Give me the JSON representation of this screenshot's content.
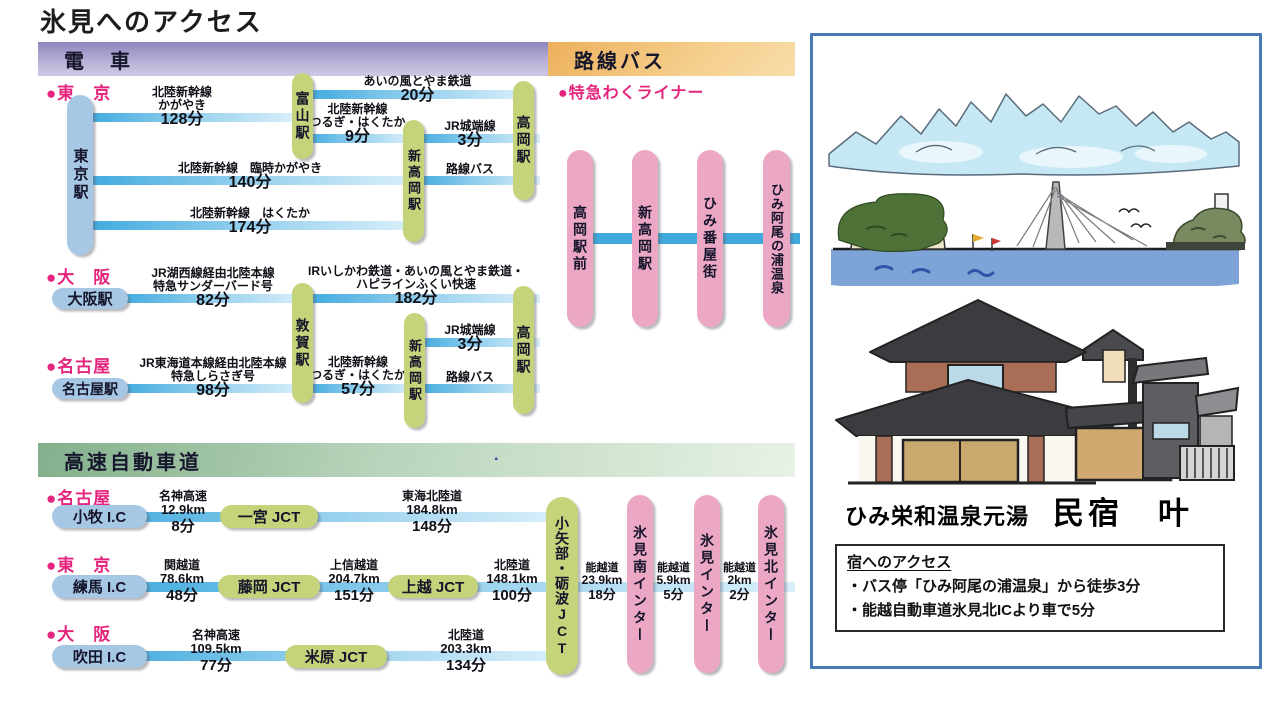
{
  "page_title": "氷見へのアクセス",
  "colors": {
    "accent_magenta": "#e5257d",
    "route_line_blue": "#3fa9dc",
    "station_blue": "#a7c8e5",
    "station_green": "#c5d37a",
    "stop_pink": "#eba7c4",
    "train_header_purple": "#8f85bf",
    "bus_header_orange": "#edb05b",
    "highway_header_green": "#83b08c",
    "panel_border_blue": "#4a7ab5"
  },
  "train": {
    "header": "電　車",
    "origins": {
      "tokyo": "●東　京",
      "osaka": "●大　阪",
      "nagoya": "●名古屋"
    },
    "stations": {
      "tokyo": "東京駅",
      "toyama": "富山駅",
      "shintakaoka1": "新高岡駅",
      "takaoka1": "高岡駅",
      "osaka": "大阪駅",
      "tsuruga": "敦賀駅",
      "shintakaoka2": "新高岡駅",
      "takaoka2": "高岡駅",
      "nagoya": "名古屋駅"
    },
    "routes": {
      "kagayaki": {
        "l1": "北陸新幹線",
        "l2": "かがやき",
        "time": "128分"
      },
      "ainokaze": {
        "l1": "あいの風とやま鉄道",
        "time": "20分"
      },
      "tsurugi1": {
        "l1": "北陸新幹線",
        "l2": "つるぎ・はくたか",
        "time": "9分"
      },
      "johana1": {
        "l1": "JR城端線",
        "time": "3分"
      },
      "rinji": {
        "l1": "北陸新幹線　臨時かがやき",
        "time": "140分"
      },
      "bus1": {
        "l1": "路線バス"
      },
      "hakutaka": {
        "l1": "北陸新幹線　はくたか",
        "time": "174分"
      },
      "thunderbird": {
        "l1": "JR湖西線経由北陸本線",
        "l2": "特急サンダーバード号",
        "time": "82分"
      },
      "ir": {
        "l1": "IRいしかわ鉄道・あいの風とやま鉄道・",
        "l2": "ハピラインふくい快速",
        "time": "182分"
      },
      "johana2": {
        "l1": "JR城端線",
        "time": "3分"
      },
      "tsurugi2": {
        "l1": "北陸新幹線",
        "l2": "つるぎ・はくたか",
        "time": "57分"
      },
      "shirasagi": {
        "l1": "JR東海道本線経由北陸本線",
        "l2": "特急しらさぎ号",
        "time": "98分"
      },
      "bus2": {
        "l1": "路線バス"
      }
    }
  },
  "bus": {
    "header": "路線バス",
    "service": "●特急わくライナー",
    "stops": [
      "高岡駅前",
      "新高岡駅",
      "ひみ番屋街",
      "ひみ阿尾の浦温泉"
    ]
  },
  "highway": {
    "header": "高速自動車道",
    "stray_dot": ".",
    "origins": {
      "nagoya": "●名古屋",
      "tokyo": "●東　京",
      "osaka": "●大　阪"
    },
    "nodes": {
      "komaki": "小牧 I.C",
      "ichinomiya": "一宮 JCT",
      "nerima": "練馬 I.C",
      "fujioka": "藤岡 JCT",
      "joetsu": "上越 JCT",
      "suita": "吹田 I.C",
      "maibara": "米原 JCT",
      "oyabe": "小矢部・砺波JCT",
      "himi_minami": "氷見南インター",
      "himi": "氷見インター",
      "himi_kita": "氷見北インター"
    },
    "segments": {
      "meishin1": {
        "road": "名神高速",
        "dist": "12.9km",
        "time": "8分"
      },
      "tokai": {
        "road": "東海北陸道",
        "dist": "184.8km",
        "time": "148分"
      },
      "kanetsu": {
        "road": "関越道",
        "dist": "78.6km",
        "time": "48分"
      },
      "joshinetsu": {
        "road": "上信越道",
        "dist": "204.7km",
        "time": "151分"
      },
      "hokuriku1": {
        "road": "北陸道",
        "dist": "148.1km",
        "time": "100分"
      },
      "meishin2": {
        "road": "名神高速",
        "dist": "109.5km",
        "time": "77分"
      },
      "hokuriku2": {
        "road": "北陸道",
        "dist": "203.3km",
        "time": "134分"
      },
      "noetsu1": {
        "road": "能越道",
        "dist": "23.9km",
        "time": "18分"
      },
      "noetsu2": {
        "road": "能越道",
        "dist": "5.9km",
        "time": "5分"
      },
      "noetsu3": {
        "road": "能越道",
        "dist": "2km",
        "time": "2分"
      }
    }
  },
  "inn": {
    "title_small": "ひみ栄和温泉元湯",
    "title_large": "民宿　叶",
    "access_heading": "宿へのアクセス",
    "access_items": [
      "・バス停「ひみ阿尾の浦温泉」から徒歩3分",
      "・能越自動車道氷見北ICより車で5分"
    ]
  }
}
